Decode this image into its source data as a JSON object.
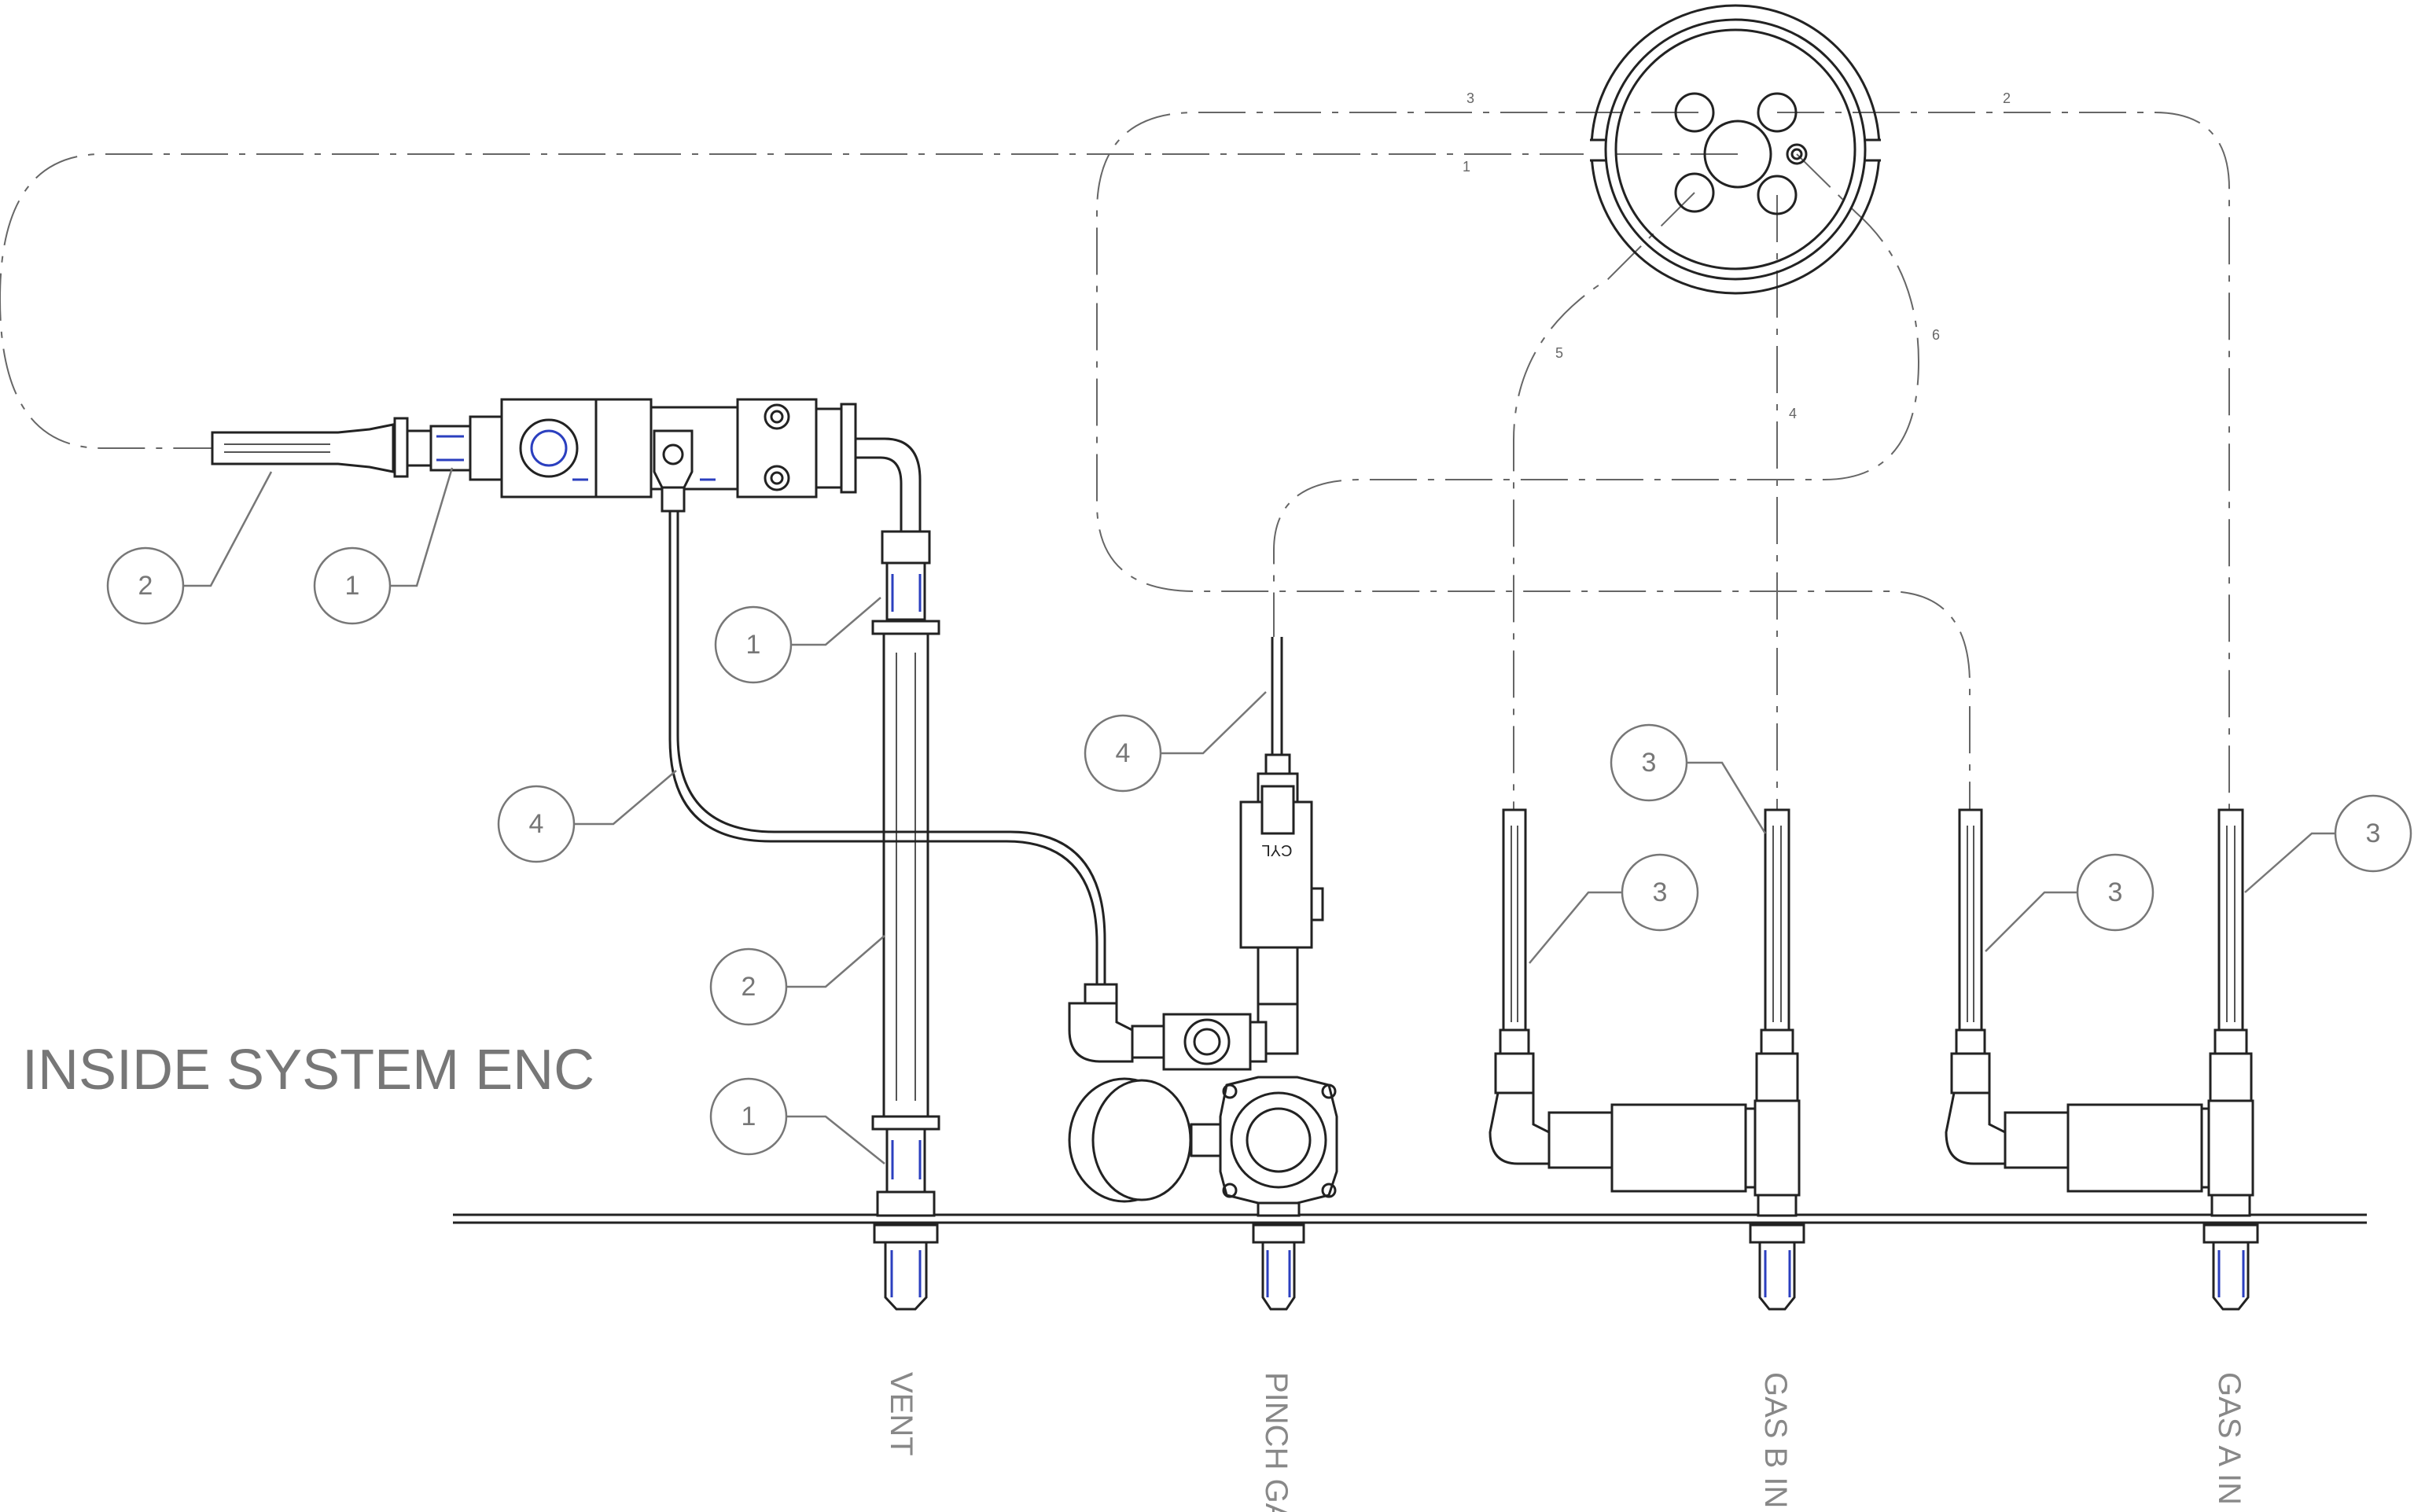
{
  "enclosure_label": "INSIDE SYSTEM ENC",
  "port_labels": [
    "VENT",
    "PINCH GAS",
    "GAS B IN",
    "GAS A IN"
  ],
  "connector_pin_numbers": [
    "1",
    "2",
    "3",
    "4",
    "5",
    "6"
  ],
  "balloons": [
    "2",
    "1",
    "1",
    "4",
    "2",
    "1",
    "4",
    "3",
    "3",
    "3",
    "3"
  ],
  "fitting_marking": "CYL"
}
